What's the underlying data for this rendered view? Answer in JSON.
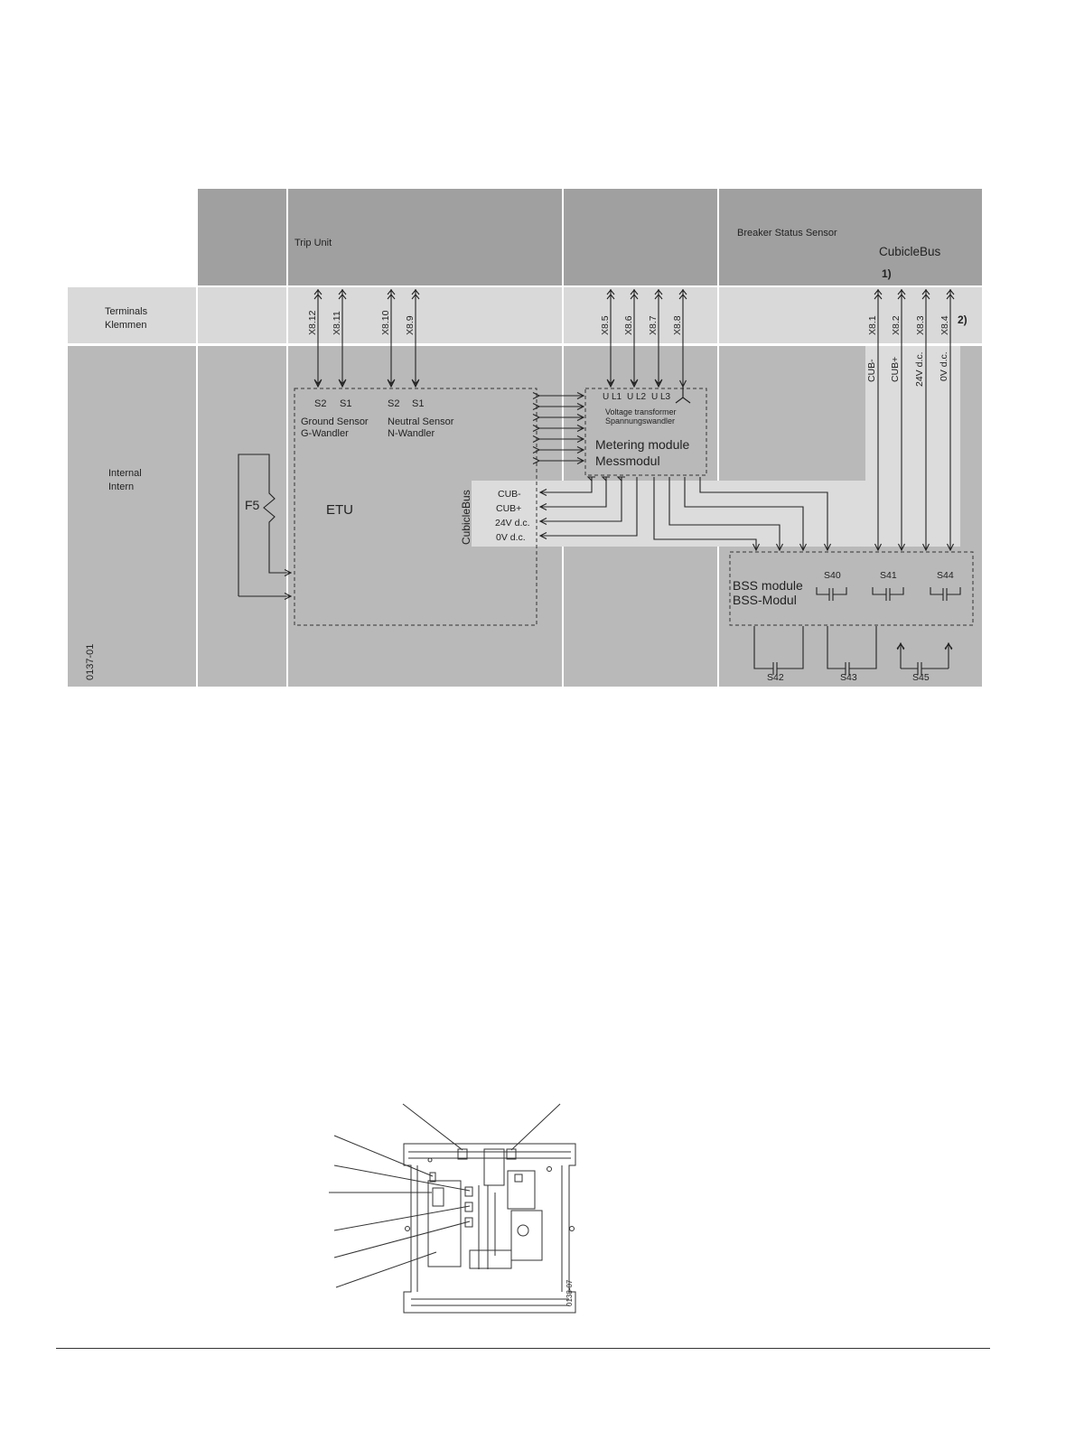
{
  "colors": {
    "header_dark": "#a0a0a0",
    "terminals_band": "#d9d9d9",
    "internal_bg": "#b9b9b9",
    "bus_light": "#dcdcdc",
    "wire": "#222222",
    "background": "#ffffff"
  },
  "header": {
    "trip_unit": "Trip Unit",
    "breaker_status_sensor": "Breaker Status Sensor",
    "cubiclebus": "CubicleBus",
    "note_1": "1)",
    "note_2": "2)"
  },
  "rows": {
    "terminals": [
      "Terminals",
      "Klemmen"
    ],
    "internal": [
      "Internal",
      "Intern"
    ],
    "figure_id": "0137-01"
  },
  "terminals": {
    "trip_unit": [
      "X8.12",
      "X8.11",
      "X8.10",
      "X8.9"
    ],
    "metering": [
      "X8.5",
      "X8.6",
      "X8.7",
      "X8.8"
    ],
    "cubicle_bus": [
      "X8.1",
      "X8.2",
      "X8.3",
      "X8.4"
    ]
  },
  "bus_signals": [
    "CUB-",
    "CUB+",
    "24V d.c.",
    "0V d.c."
  ],
  "etu": {
    "label": "ETU",
    "fuse": "F5",
    "ground_pins": [
      "S2",
      "S1"
    ],
    "neutral_pins": [
      "S2",
      "S1"
    ],
    "ground_sensor": [
      "Ground Sensor",
      "G-Wandler"
    ],
    "neutral_sensor": [
      "Neutral Sensor",
      "N-Wandler"
    ],
    "cubiclebus_label": "CubicleBus",
    "signals": [
      "CUB-",
      "CUB+",
      "24V d.c.",
      "0V d.c."
    ]
  },
  "metering": {
    "inputs": [
      "U L1",
      "U L2",
      "U L3"
    ],
    "vt_label": [
      "Voltage transformer",
      "Spannungswandler"
    ],
    "module_label": [
      "Metering module",
      "Messmodul"
    ]
  },
  "bss": {
    "module_label": [
      "BSS module",
      "BSS-Modul"
    ],
    "switches_top": [
      "S40",
      "S41",
      "S44"
    ],
    "switches_bottom": [
      "S42",
      "S43",
      "S45"
    ]
  },
  "figure2": {
    "figure_id": "0138-07"
  }
}
